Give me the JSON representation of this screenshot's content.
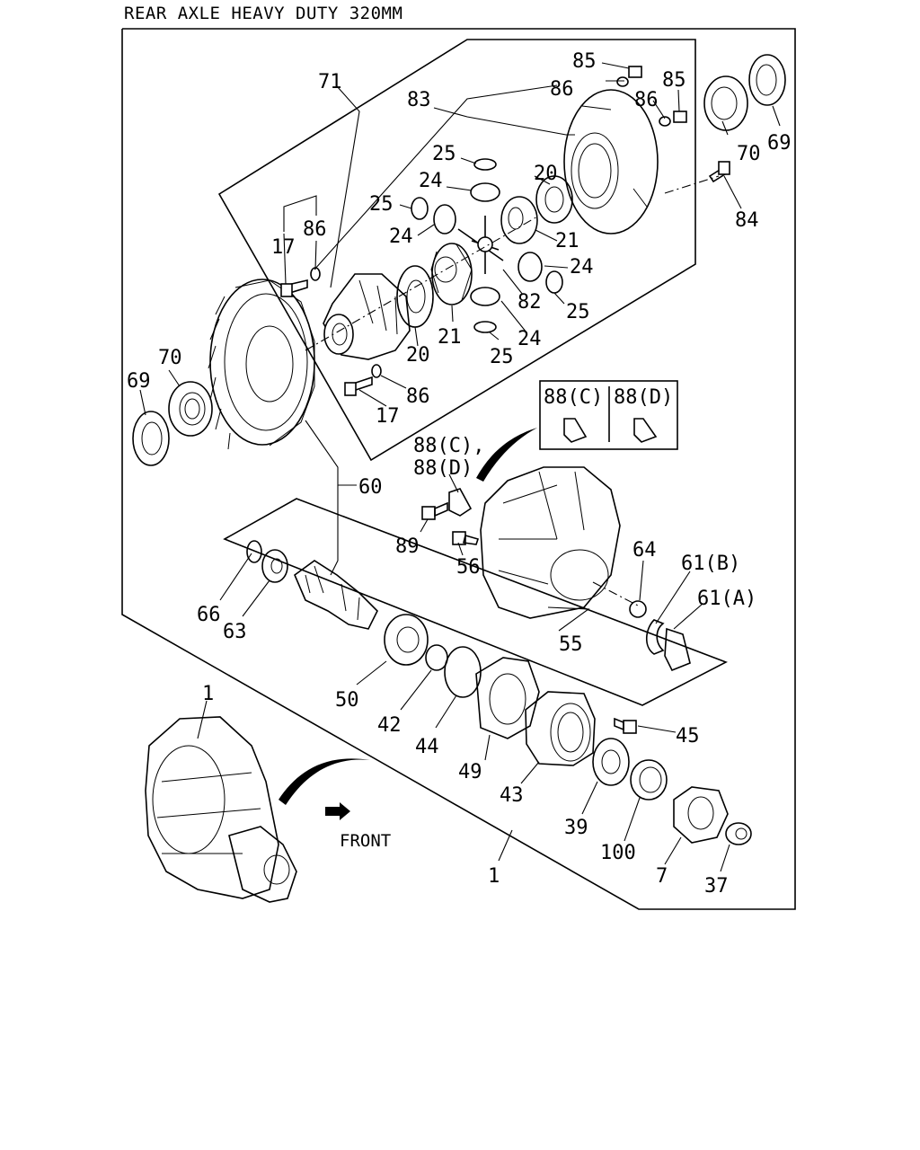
{
  "title": "REAR AXLE HEAVY DUTY 320MM",
  "front_label": "FRONT",
  "callouts": {
    "c1a": "1",
    "c1b": "1",
    "c7": "7",
    "c17a": "17",
    "c17b": "17",
    "c20a": "20",
    "c20b": "20",
    "c21a": "21",
    "c21b": "21",
    "c24a": "24",
    "c24b": "24",
    "c24c": "24",
    "c24d": "24",
    "c25a": "25",
    "c25b": "25",
    "c25c": "25",
    "c25d": "25",
    "c37": "37",
    "c39": "39",
    "c42": "42",
    "c43": "43",
    "c44": "44",
    "c45": "45",
    "c49": "49",
    "c50": "50",
    "c55": "55",
    "c56": "56",
    "c60": "60",
    "c61a": "61(A)",
    "c61b": "61(B)",
    "c63": "63",
    "c64": "64",
    "c66": "66",
    "c69a": "69",
    "c69b": "69",
    "c70a": "70",
    "c70b": "70",
    "c71": "71",
    "c82": "82",
    "c83": "83",
    "c84": "84",
    "c85a": "85",
    "c85b": "85",
    "c86a": "86",
    "c86b": "86",
    "c86c": "86",
    "c86d": "86",
    "c88c1": "88(C),",
    "c88d1": "88(D)",
    "c89": "89",
    "c100": "100",
    "inset_c": "88(C)",
    "inset_d": "88(D)"
  }
}
